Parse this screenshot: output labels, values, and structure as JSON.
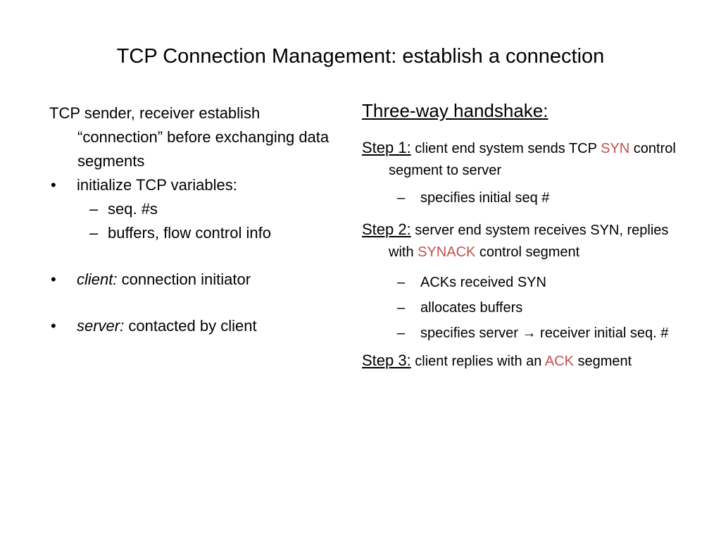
{
  "title": "TCP Connection Management: establish a connection",
  "left": {
    "intro": "TCP sender, receiver establish “connection” before exchanging data segments",
    "bullet1": "initialize TCP variables:",
    "sub1": "seq. #s",
    "sub2": "buffers, flow control info",
    "client_label": "client:",
    "client_text": " connection initiator",
    "server_label": "server:",
    "server_text": " contacted by client",
    "bullet_mark": "•",
    "dash_mark": "–"
  },
  "right": {
    "heading": "Three-way handshake:",
    "step1": {
      "label": "Step 1:",
      "text_a": " client end system sends TCP ",
      "keyword": "SYN",
      "text_b": " control segment to server"
    },
    "step1_subs": [
      "specifies initial seq #"
    ],
    "step2": {
      "label": "Step 2:",
      "text_a": " server end system receives SYN, replies with ",
      "keyword": "SYNACK",
      "text_b": " control segment"
    },
    "step2_subs": [
      "ACKs received SYN",
      "allocates buffers",
      "specifies server → receiver initial seq. #"
    ],
    "step3": {
      "label": "Step 3:",
      "text_a": " client replies with an ",
      "keyword": "ACK",
      "text_b": " segment"
    },
    "dash_mark": "–"
  },
  "colors": {
    "accent": "#c0504d",
    "text": "#000000",
    "background": "#ffffff"
  }
}
